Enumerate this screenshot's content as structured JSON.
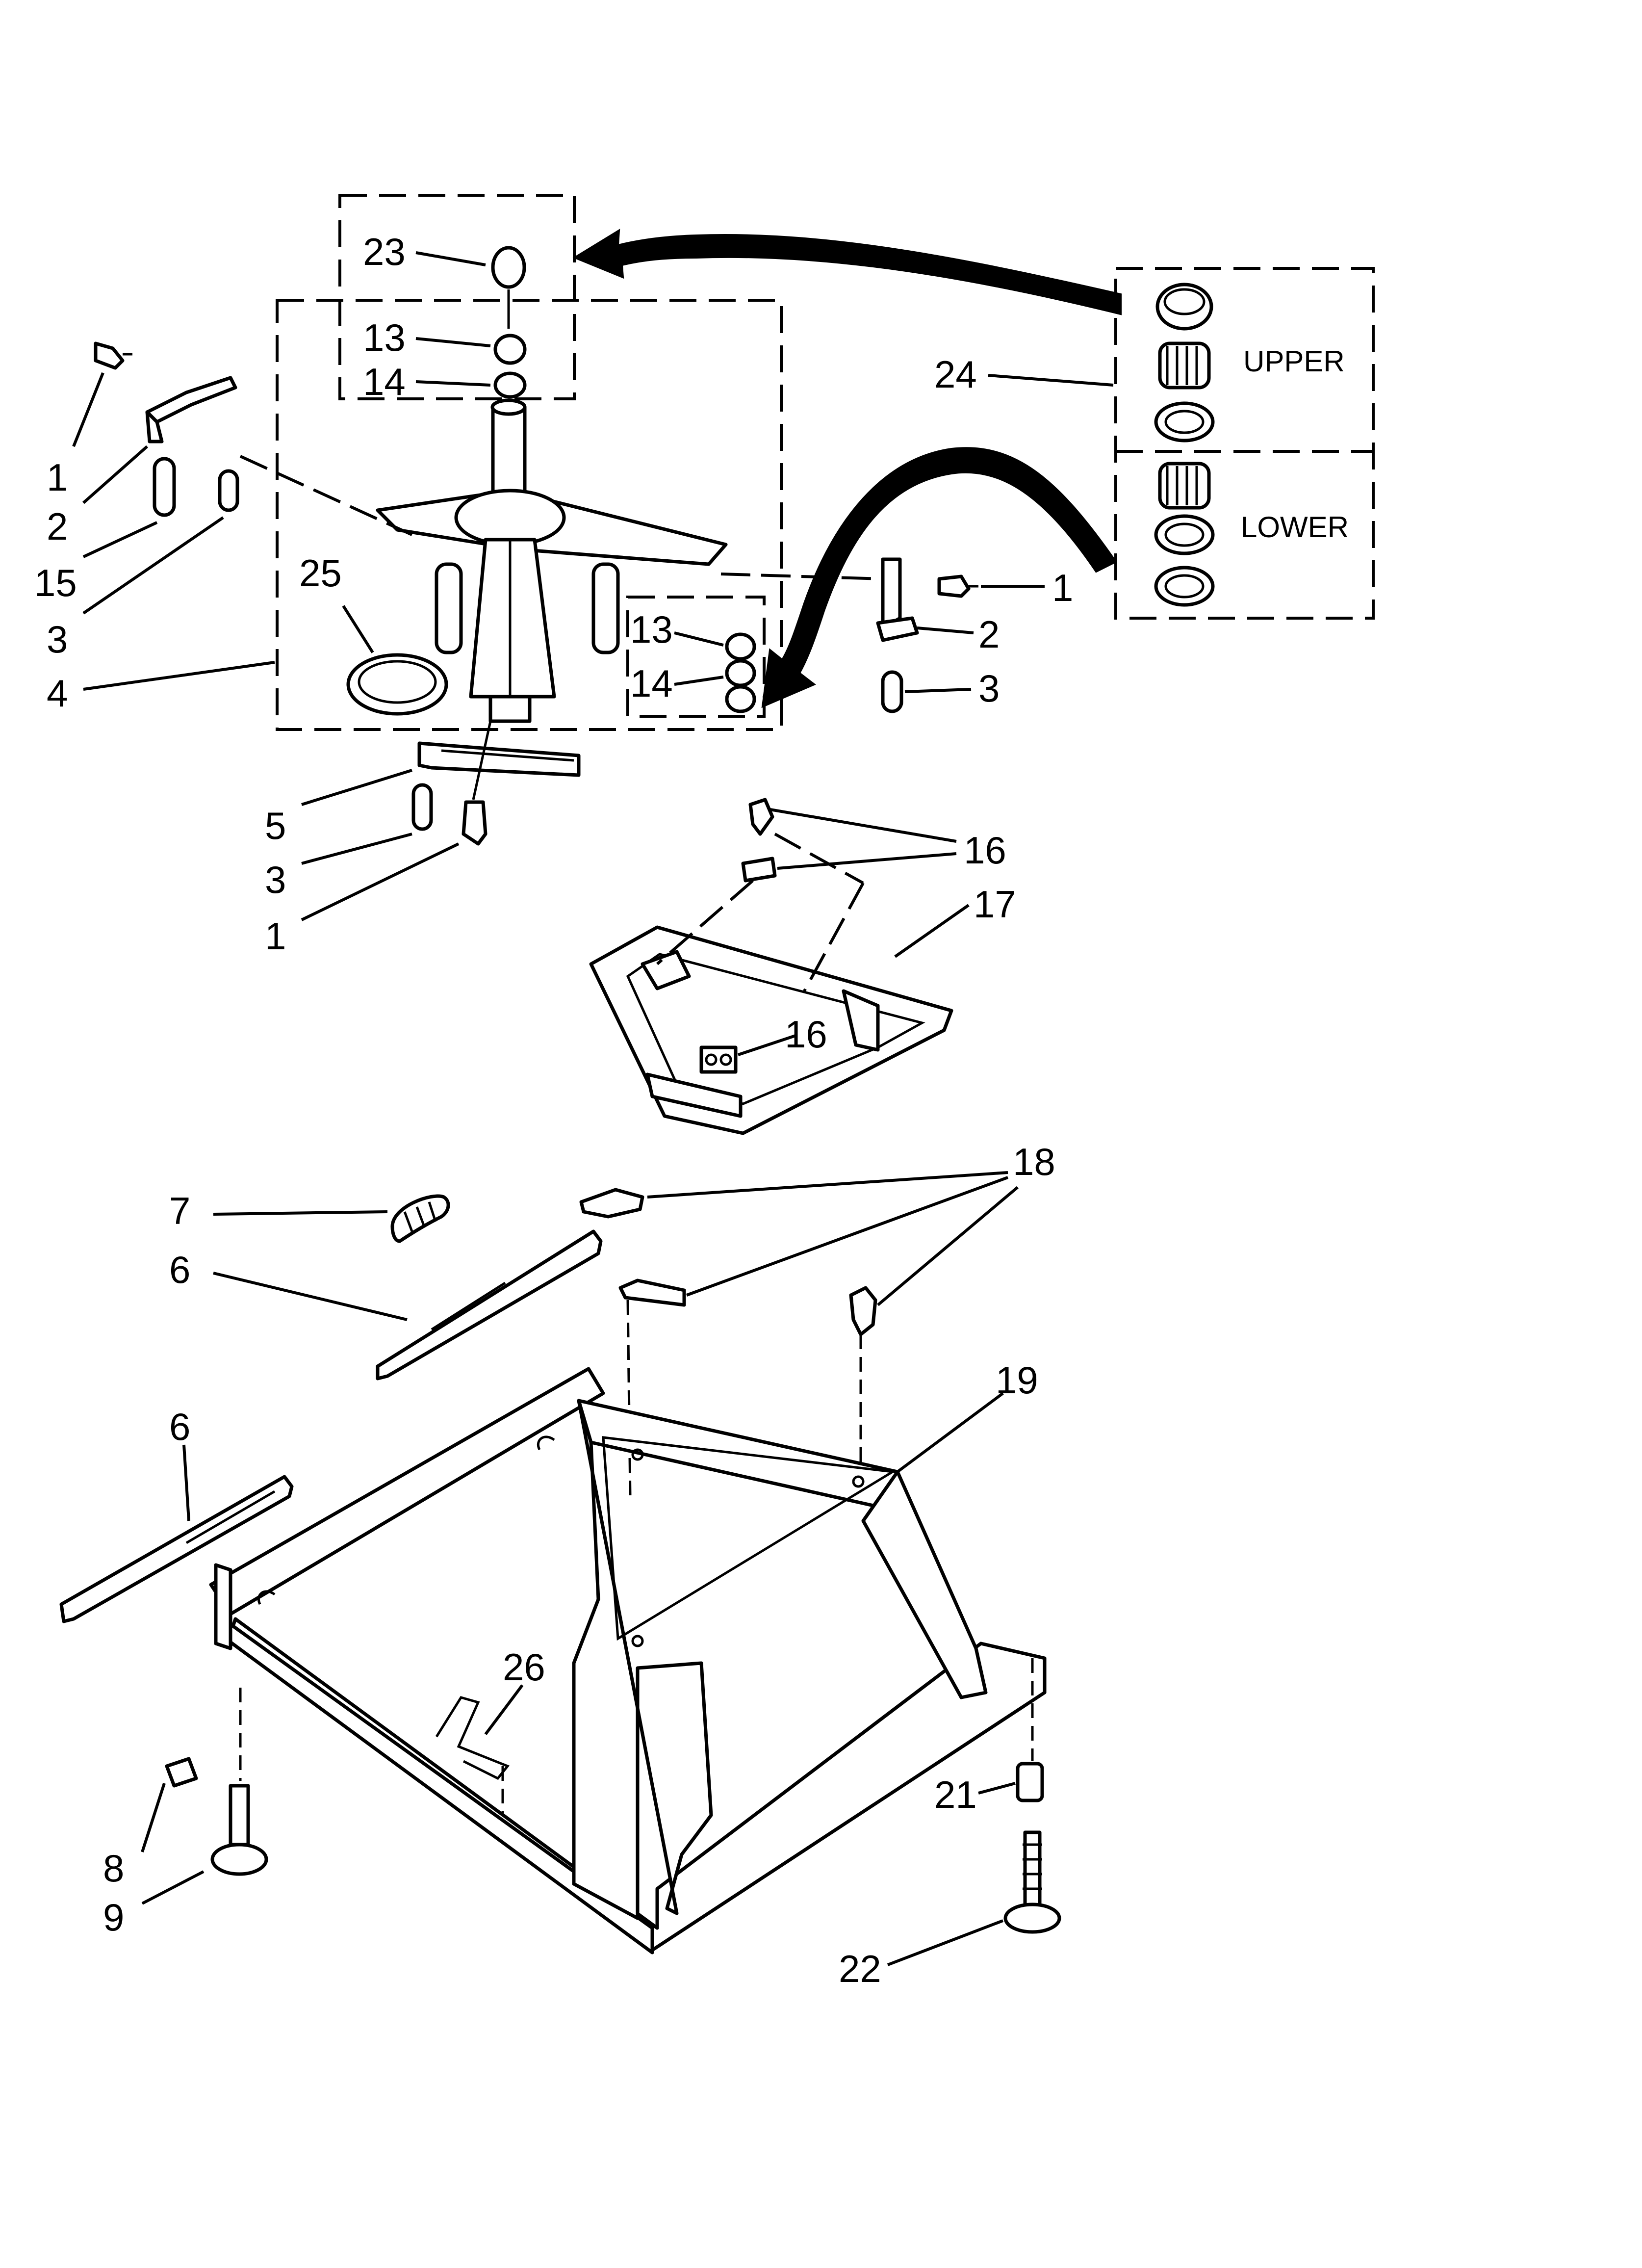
{
  "callouts": [
    {
      "id": "c23",
      "text": "23"
    },
    {
      "id": "c13a",
      "text": "13"
    },
    {
      "id": "c14a",
      "text": "14"
    },
    {
      "id": "c24",
      "text": "24"
    },
    {
      "id": "c1a",
      "text": "1"
    },
    {
      "id": "c2a",
      "text": "2"
    },
    {
      "id": "c15",
      "text": "15"
    },
    {
      "id": "c3a",
      "text": "3"
    },
    {
      "id": "c25",
      "text": "25"
    },
    {
      "id": "c4",
      "text": "4"
    },
    {
      "id": "c13b",
      "text": "13"
    },
    {
      "id": "c14b",
      "text": "14"
    },
    {
      "id": "c1b",
      "text": "1"
    },
    {
      "id": "c2b",
      "text": "2"
    },
    {
      "id": "c3b",
      "text": "3"
    },
    {
      "id": "c5",
      "text": "5"
    },
    {
      "id": "c3c",
      "text": "3"
    },
    {
      "id": "c1c",
      "text": "1"
    },
    {
      "id": "c16a",
      "text": "16"
    },
    {
      "id": "c17",
      "text": "17"
    },
    {
      "id": "c16b",
      "text": "16"
    },
    {
      "id": "c18",
      "text": "18"
    },
    {
      "id": "c7",
      "text": "7"
    },
    {
      "id": "c6a",
      "text": "6"
    },
    {
      "id": "c19",
      "text": "19"
    },
    {
      "id": "c6b",
      "text": "6"
    },
    {
      "id": "c26",
      "text": "26"
    },
    {
      "id": "c21",
      "text": "21"
    },
    {
      "id": "c8",
      "text": "8"
    },
    {
      "id": "c9",
      "text": "9"
    },
    {
      "id": "c22",
      "text": "22"
    }
  ],
  "kit": {
    "upper_label": "UPPER",
    "lower_label": "LOWER"
  }
}
